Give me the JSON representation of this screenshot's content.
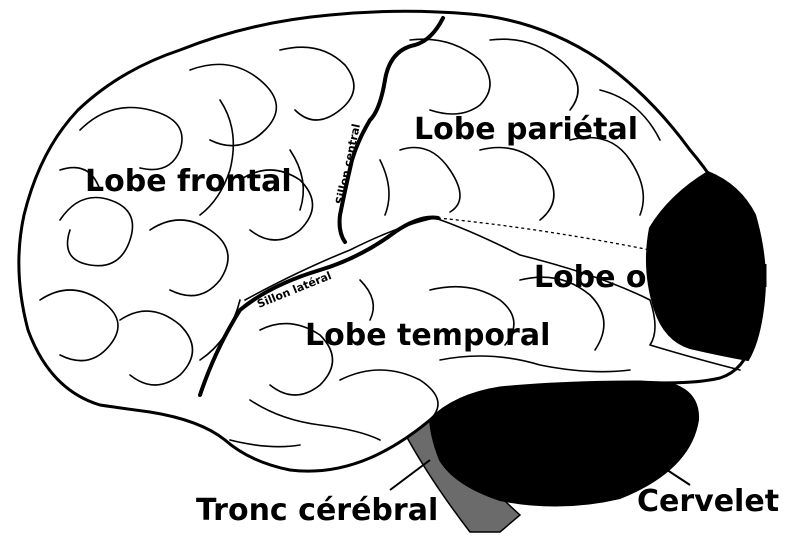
{
  "labels": {
    "frontal": "Lobe frontal",
    "parietal": "Lobe pariétal",
    "temporal": "Lobe temporal",
    "occipital": "Lobe occipital",
    "brainstem": "Tronc cérébral",
    "cerebellum": "Cervelet",
    "central_sulcus": "Sillon central",
    "lateral_sulcus": "Sillon latéral"
  },
  "colors": {
    "background": "#ffffff",
    "brain_fill": "#ffffff",
    "outline": "#000000",
    "occipital_lobe": "#000000",
    "cerebellum": "#000000",
    "brainstem": "#6b6b6b"
  }
}
